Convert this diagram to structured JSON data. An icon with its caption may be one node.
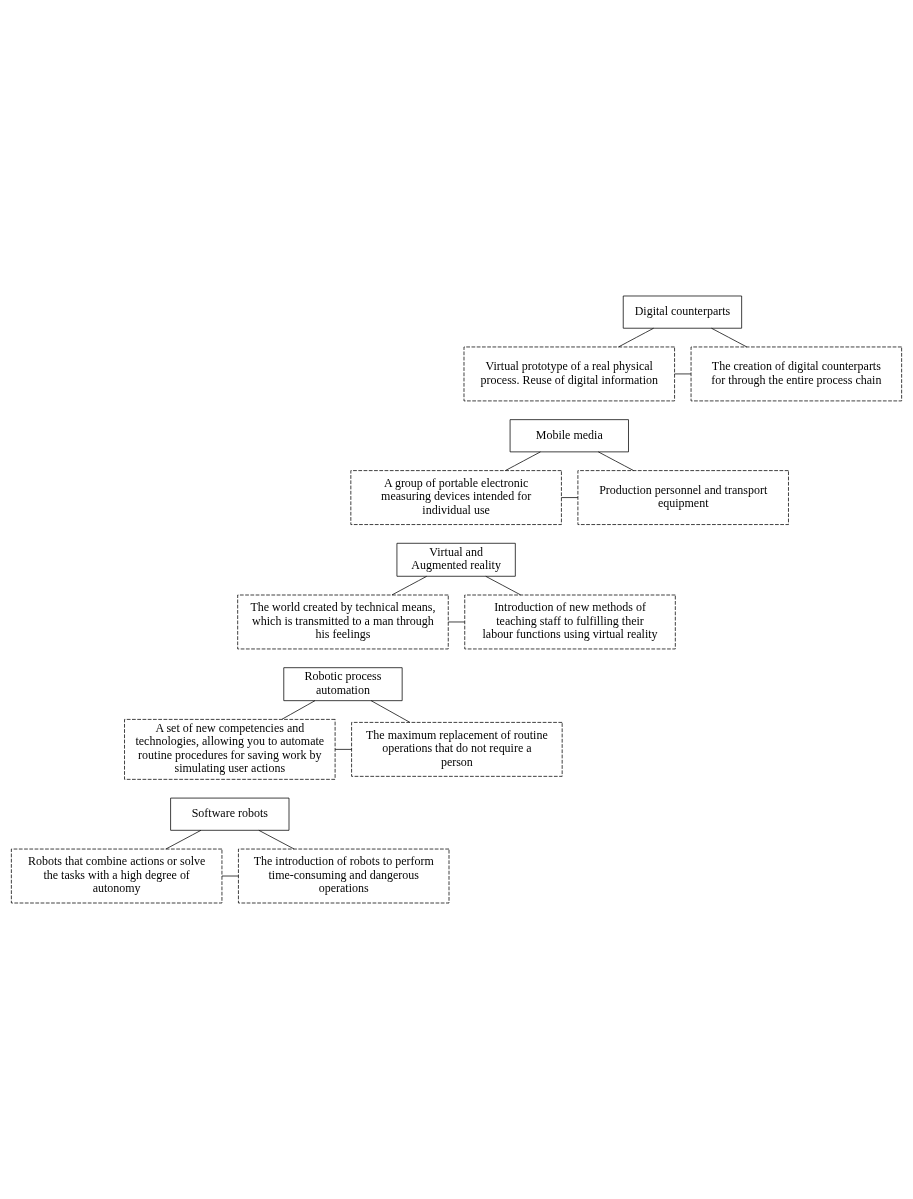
{
  "diagram": {
    "nodes": [
      {
        "text": [
          "Digital counterparts"
        ]
      },
      {
        "text": [
          "Virtual prototype of a real physical process. Reuse of digital information"
        ]
      },
      {
        "text": [
          "The creation of digital counterparts for through the entire process chain"
        ]
      },
      {
        "text": [
          "Mobile media"
        ]
      },
      {
        "text": [
          "A group of portable electronic measuring devices intended for individual use"
        ]
      },
      {
        "text": [
          "Production personnel and transport equipment"
        ]
      },
      {
        "text": [
          "Virtual and Augmented reality"
        ]
      },
      {
        "text": [
          "The world created by technical means, which is transmitted to a man through his feelings"
        ]
      },
      {
        "text": [
          "Introduction of new methods of teaching staff to fulfilling their labour functions using virtual reality"
        ]
      },
      {
        "text": [
          "Robotic process automation"
        ]
      },
      {
        "text": [
          "A set of new competencies and technologies, allowing you to automate routine procedures for saving work by simulating user actions"
        ]
      },
      {
        "text": [
          "The maximum replacement of routine operations that do not require a person"
        ]
      },
      {
        "text": [
          "Software robots"
        ]
      },
      {
        "text": [
          "Robots that combine actions or solve the tasks with a high degree of autonomy"
        ]
      },
      {
        "text": [
          "The introduction of robots to perform time-consuming and dangerous operations"
        ]
      }
    ],
    "edges": [
      {
        "from": 0,
        "to": 1,
        "arrow": "none"
      },
      {
        "from": 0,
        "to": 2,
        "arrow": "none"
      },
      {
        "from": 1,
        "to": 2,
        "arrow": "none"
      },
      {
        "from": 3,
        "to": 4,
        "arrow": "none"
      },
      {
        "from": 3,
        "to": 5,
        "arrow": "none"
      },
      {
        "from": 4,
        "to": 5,
        "arrow": "none"
      },
      {
        "from": 6,
        "to": 7,
        "arrow": "none"
      },
      {
        "from": 6,
        "to": 8,
        "arrow": "none"
      },
      {
        "from": 7,
        "to": 8,
        "arrow": "none"
      },
      {
        "from": 9,
        "to": 10,
        "arrow": "none"
      },
      {
        "from": 9,
        "to": 11,
        "arrow": "none"
      },
      {
        "from": 10,
        "to": 11,
        "arrow": "none"
      },
      {
        "from": 12,
        "to": 13,
        "arrow": "none"
      },
      {
        "from": 12,
        "to": 14,
        "arrow": "none"
      },
      {
        "from": 13,
        "to": 14,
        "arrow": "none"
      }
    ]
  }
}
